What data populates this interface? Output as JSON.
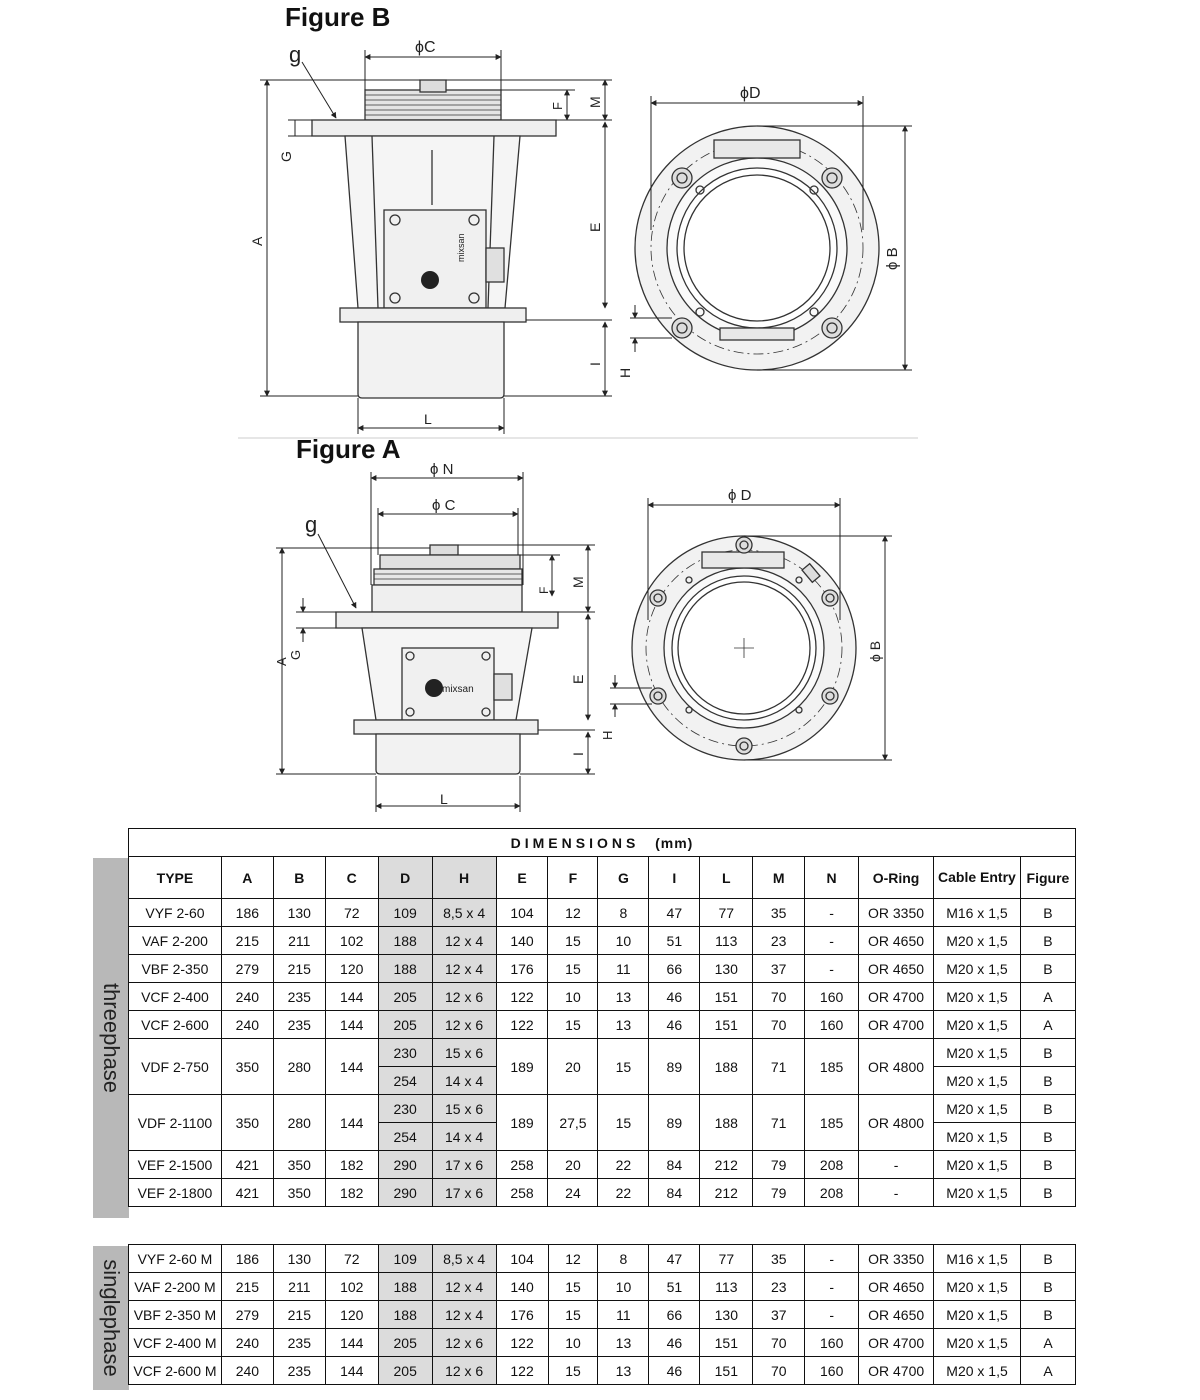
{
  "figures": {
    "b": {
      "title": "Figure B",
      "labels": {
        "g": "g",
        "c": "ϕC",
        "d": "ϕD",
        "f": "F",
        "m": "M",
        "a": "A",
        "g_cap": "G",
        "e": "E",
        "i": "I",
        "h": "H",
        "b": "ϕ B",
        "l": "L"
      },
      "logo_text": "mixsan"
    },
    "a": {
      "title": "Figure A",
      "labels": {
        "n": "ϕ N",
        "c": "ϕ C",
        "d": "ϕ D",
        "g": "g",
        "f": "F",
        "m": "M",
        "a": "A",
        "g_cap": "G",
        "e": "E",
        "i": "I",
        "h": "H",
        "b": "ϕ B",
        "l": "L"
      },
      "logo_text": "mixsan"
    }
  },
  "table": {
    "title": "DIMENSIONS",
    "unit": "(mm)",
    "headers": [
      "TYPE",
      "A",
      "B",
      "C",
      "D",
      "H",
      "E",
      "F",
      "G",
      "I",
      "L",
      "M",
      "N",
      "O-Ring",
      "Cable Entry",
      "Figure"
    ],
    "threephase_label": "threephase",
    "singlephase_label": "singlephase",
    "threephase_rows": [
      {
        "type": "VYF 2-60",
        "a": "186",
        "b": "130",
        "c": "72",
        "d": "109",
        "h": "8,5 x 4",
        "e": "104",
        "f": "12",
        "g": "8",
        "i": "47",
        "l": "77",
        "m": "35",
        "n": "-",
        "oring": "OR 3350",
        "cable": "M16 x 1,5",
        "fig": "B"
      },
      {
        "type": "VAF 2-200",
        "a": "215",
        "b": "211",
        "c": "102",
        "d": "188",
        "h": "12 x 4",
        "e": "140",
        "f": "15",
        "g": "10",
        "i": "51",
        "l": "113",
        "m": "23",
        "n": "-",
        "oring": "OR 4650",
        "cable": "M20 x 1,5",
        "fig": "B"
      },
      {
        "type": "VBF 2-350",
        "a": "279",
        "b": "215",
        "c": "120",
        "d": "188",
        "h": "12 x 4",
        "e": "176",
        "f": "15",
        "g": "11",
        "i": "66",
        "l": "130",
        "m": "37",
        "n": "-",
        "oring": "OR 4650",
        "cable": "M20 x 1,5",
        "fig": "B"
      },
      {
        "type": "VCF 2-400",
        "a": "240",
        "b": "235",
        "c": "144",
        "d": "205",
        "h": "12 x 6",
        "e": "122",
        "f": "10",
        "g": "13",
        "i": "46",
        "l": "151",
        "m": "70",
        "n": "160",
        "oring": "OR 4700",
        "cable": "M20 x 1,5",
        "fig": "A"
      },
      {
        "type": "VCF 2-600",
        "a": "240",
        "b": "235",
        "c": "144",
        "d": "205",
        "h": "12 x 6",
        "e": "122",
        "f": "15",
        "g": "13",
        "i": "46",
        "l": "151",
        "m": "70",
        "n": "160",
        "oring": "OR 4700",
        "cable": "M20 x 1,5",
        "fig": "A"
      },
      {
        "type": "VDF 2-750",
        "a": "350",
        "b": "280",
        "c": "144",
        "d1": "230",
        "h1": "15 x 6",
        "d2": "254",
        "h2": "14 x 4",
        "e": "189",
        "f": "20",
        "g": "15",
        "i": "89",
        "l": "188",
        "m": "71",
        "n": "185",
        "oring": "OR 4800",
        "cable1": "M20 x 1,5",
        "fig1": "B",
        "cable2": "M20 x 1,5",
        "fig2": "B"
      },
      {
        "type": "VDF 2-1100",
        "a": "350",
        "b": "280",
        "c": "144",
        "d1": "230",
        "h1": "15 x 6",
        "d2": "254",
        "h2": "14 x 4",
        "e": "189",
        "f": "27,5",
        "g": "15",
        "i": "89",
        "l": "188",
        "m": "71",
        "n": "185",
        "oring": "OR 4800",
        "cable1": "M20 x 1,5",
        "fig1": "B",
        "cable2": "M20 x 1,5",
        "fig2": "B"
      },
      {
        "type": "VEF 2-1500",
        "a": "421",
        "b": "350",
        "c": "182",
        "d": "290",
        "h": "17 x 6",
        "e": "258",
        "f": "20",
        "g": "22",
        "i": "84",
        "l": "212",
        "m": "79",
        "n": "208",
        "oring": "-",
        "cable": "M20 x 1,5",
        "fig": "B"
      },
      {
        "type": "VEF 2-1800",
        "a": "421",
        "b": "350",
        "c": "182",
        "d": "290",
        "h": "17 x 6",
        "e": "258",
        "f": "24",
        "g": "22",
        "i": "84",
        "l": "212",
        "m": "79",
        "n": "208",
        "oring": "-",
        "cable": "M20 x 1,5",
        "fig": "B"
      }
    ],
    "singlephase_rows": [
      {
        "type": "VYF 2-60 M",
        "a": "186",
        "b": "130",
        "c": "72",
        "d": "109",
        "h": "8,5 x 4",
        "e": "104",
        "f": "12",
        "g": "8",
        "i": "47",
        "l": "77",
        "m": "35",
        "n": "-",
        "oring": "OR 3350",
        "cable": "M16 x 1,5",
        "fig": "B"
      },
      {
        "type": "VAF 2-200 M",
        "a": "215",
        "b": "211",
        "c": "102",
        "d": "188",
        "h": "12 x 4",
        "e": "140",
        "f": "15",
        "g": "10",
        "i": "51",
        "l": "113",
        "m": "23",
        "n": "-",
        "oring": "OR 4650",
        "cable": "M20 x 1,5",
        "fig": "B"
      },
      {
        "type": "VBF 2-350 M",
        "a": "279",
        "b": "215",
        "c": "120",
        "d": "188",
        "h": "12 x 4",
        "e": "176",
        "f": "15",
        "g": "11",
        "i": "66",
        "l": "130",
        "m": "37",
        "n": "-",
        "oring": "OR 4650",
        "cable": "M20 x 1,5",
        "fig": "B"
      },
      {
        "type": "VCF 2-400 M",
        "a": "240",
        "b": "235",
        "c": "144",
        "d": "205",
        "h": "12 x 6",
        "e": "122",
        "f": "10",
        "g": "13",
        "i": "46",
        "l": "151",
        "m": "70",
        "n": "160",
        "oring": "OR 4700",
        "cable": "M20 x 1,5",
        "fig": "A"
      },
      {
        "type": "VCF 2-600 M",
        "a": "240",
        "b": "235",
        "c": "144",
        "d": "205",
        "h": "12 x 6",
        "e": "122",
        "f": "15",
        "g": "13",
        "i": "46",
        "l": "151",
        "m": "70",
        "n": "160",
        "oring": "OR 4700",
        "cable": "M20 x 1,5",
        "fig": "A"
      }
    ]
  }
}
